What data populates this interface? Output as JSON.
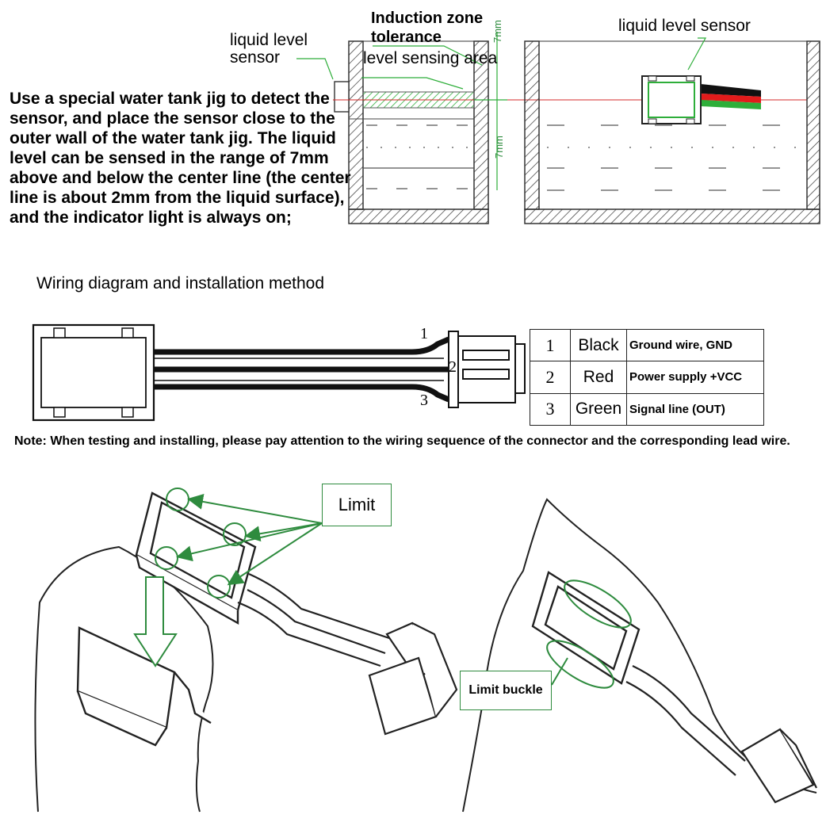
{
  "tank_diagram": {
    "sensor_label_left": "liquid level sensor",
    "induction_zone_label": "Induction zone tolerance",
    "sensing_area_label": "level sensing area",
    "dim_top": "7mm",
    "dim_bottom": "7mm",
    "sensor_label_right": "liquid level sensor"
  },
  "description": "Use a special water tank jig to detect the sensor, and place the sensor close to the outer wall of the water tank jig. The liquid level can be sensed in the range of 7mm above and below the center line (the center line is about 2mm from the liquid surface), and the indicator light is always on;",
  "wiring": {
    "heading": "Wiring diagram and installation method",
    "pin_marks": [
      "1",
      "2",
      "3"
    ],
    "table": [
      {
        "num": "1",
        "color": "Black",
        "desc": "Ground wire, GND"
      },
      {
        "num": "2",
        "color": "Red",
        "desc": "Power supply +VCC"
      },
      {
        "num": "3",
        "color": "Green",
        "desc": "Signal line (OUT)"
      }
    ]
  },
  "note": "Note: When testing and installing, please pay attention to the wiring sequence of the connector and the corresponding lead wire.",
  "installation": {
    "limit_label": "Limit",
    "limit_buckle_label": "Limit buckle"
  },
  "colors": {
    "annotation_green": "#2e8b3e",
    "wire_red": "#e21b1b",
    "wire_green": "#2eae3a",
    "wire_black": "#111111",
    "level_line_red": "#d42a2a"
  }
}
